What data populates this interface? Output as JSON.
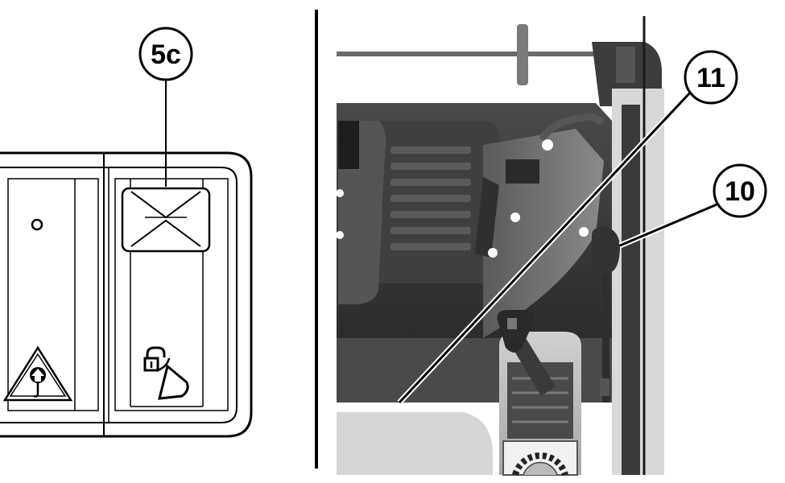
{
  "callouts": {
    "switch": "5c",
    "joystick": "11",
    "lever": "10"
  },
  "panel": {
    "warning_icon": "hook-lift-warning-icon",
    "indicator_icon": "indicator-dot-icon",
    "lock_icon": "quick-coupler-unlock-icon",
    "switch_icon": "rocker-switch-icon"
  },
  "colors": {
    "ink": "#000000",
    "cab_dark": "#3a3a3a",
    "cab_mid": "#6e6e6e",
    "cab_light": "#b8b8b8"
  }
}
